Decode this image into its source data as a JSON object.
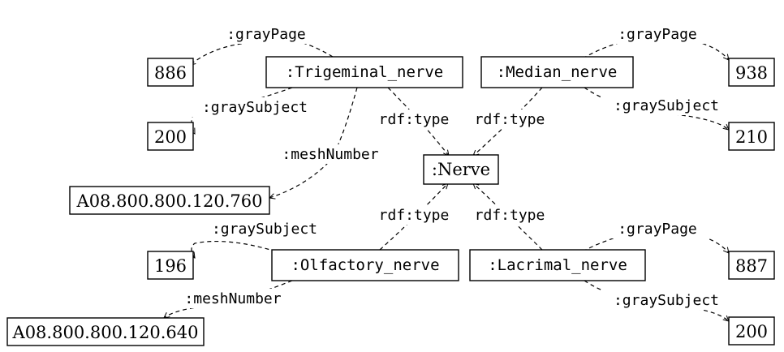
{
  "nodes": {
    "trigeminal": ":Trigeminal_nerve",
    "median": ":Median_nerve",
    "nerve": ":Nerve",
    "olfactory": ":Olfactory_nerve",
    "lacrimal": ":Lacrimal_nerve",
    "trig_page": "886",
    "trig_subject": "200",
    "trig_mesh": "A08.800.800.120.760",
    "median_page": "938",
    "median_subject": "210",
    "olf_subject": "196",
    "olf_mesh": "A08.800.800.120.640",
    "lac_page": "887",
    "lac_subject": "200"
  },
  "edges": {
    "gray_page": ":grayPage",
    "gray_subject": ":graySubject",
    "mesh_number": ":meshNumber",
    "rdf_type": "rdf:type"
  }
}
